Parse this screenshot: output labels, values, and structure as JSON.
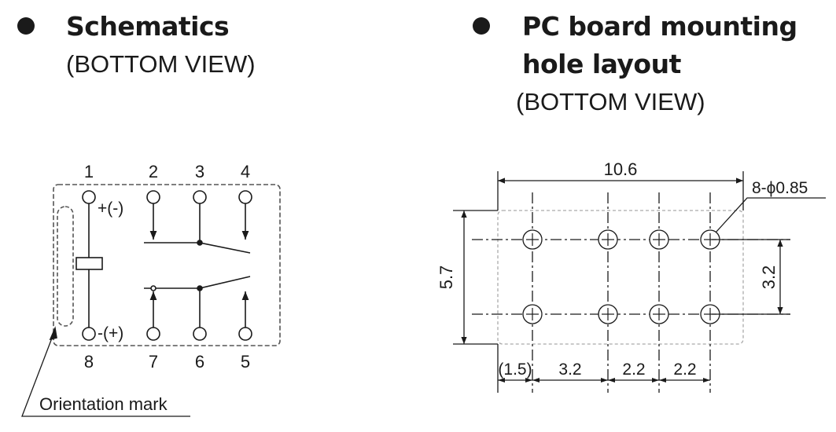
{
  "left_section": {
    "title": "Schematics",
    "subtitle": "(BOTTOM VIEW)",
    "pins_top": [
      "1",
      "2",
      "3",
      "4"
    ],
    "pins_bottom": [
      "8",
      "7",
      "6",
      "5"
    ],
    "coil_top_polarity": "+(-)",
    "coil_bottom_polarity": "-(+)",
    "orientation_label": "Orientation mark"
  },
  "right_section": {
    "title_line1": "PC board mounting",
    "title_line2": "hole layout",
    "subtitle": "(BOTTOM VIEW)",
    "dim_width": "10.6",
    "dim_height": "5.7",
    "dim_pitch_vertical": "3.2",
    "hole_callout": "8-ϕ0.85",
    "dim_offset": "(1.5)",
    "dim_pitch_1": "3.2",
    "dim_pitch_2": "2.2",
    "dim_pitch_3": "2.2"
  },
  "colors": {
    "ink": "#1a1a1a",
    "outline": "#555555"
  }
}
